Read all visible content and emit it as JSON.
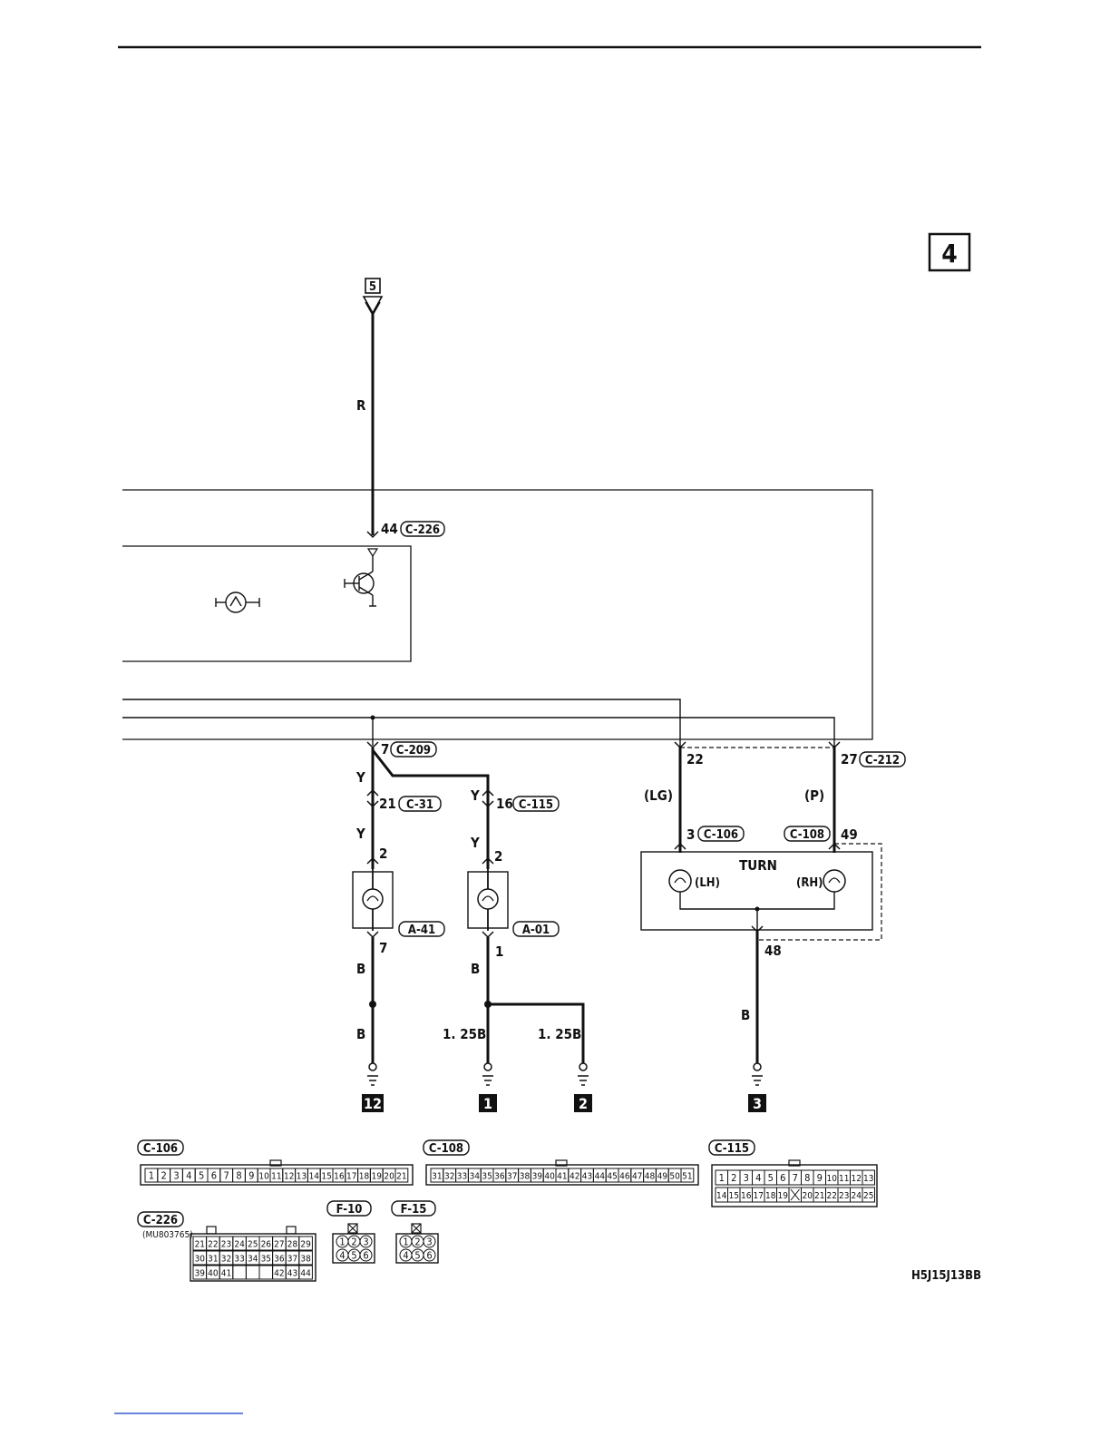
{
  "page": {
    "section_number": "4",
    "figure_code": "H5J15J13BB",
    "offpage_ref_top": "5"
  },
  "wire_colors": {
    "top_feed": "R",
    "y_upper": "Y",
    "y_mid": "Y",
    "y_right": "Y",
    "y_right2": "Y",
    "lg": "(LG)",
    "p": "(P)",
    "b_left_upper": "B",
    "b_left_lower": "B",
    "b_mid_upper": "B",
    "b_mid_lower": "1. 25B",
    "b_branch": "1. 25B",
    "b_turn": "B"
  },
  "connectors": {
    "c226": "C-226",
    "c209": "C-209",
    "c31": "C-31",
    "c115": "C-115",
    "c106": "C-106",
    "c108": "C-108",
    "c212": "C-212",
    "a41": "A-41",
    "a01": "A-01"
  },
  "pins": {
    "p44": "44",
    "p7_top": "7",
    "p21": "21",
    "p16": "16",
    "p2_left": "2",
    "p2_mid": "2",
    "p7_bottom": "7",
    "p1": "1",
    "p22": "22",
    "p27": "27",
    "p3": "3",
    "p49": "49",
    "p48": "48"
  },
  "turn_indicator": {
    "title": "TURN",
    "lh": "(LH)",
    "rh": "(RH)"
  },
  "grounds": {
    "g12": "12",
    "g1": "1",
    "g2": "2",
    "g3": "3"
  },
  "connector_views": {
    "c106": {
      "label": "C-106",
      "pins": [
        "1",
        "2",
        "3",
        "4",
        "5",
        "6",
        "7",
        "8",
        "9",
        "10",
        "11",
        "12",
        "13",
        "14",
        "15",
        "16",
        "17",
        "18",
        "19",
        "20",
        "21"
      ]
    },
    "c108": {
      "label": "C-108",
      "pins": [
        "31",
        "32",
        "33",
        "34",
        "35",
        "36",
        "37",
        "38",
        "39",
        "40",
        "41",
        "42",
        "43",
        "44",
        "45",
        "46",
        "47",
        "48",
        "49",
        "50",
        "51"
      ]
    },
    "c115": {
      "label": "C-115",
      "row1": [
        "1",
        "2",
        "3",
        "4",
        "5",
        "6",
        "7",
        "8",
        "9",
        "10",
        "11",
        "12",
        "13"
      ],
      "row2": [
        "14",
        "15",
        "16",
        "17",
        "18",
        "19",
        "",
        "20",
        "21",
        "22",
        "23",
        "24",
        "25"
      ]
    },
    "c226": {
      "label": "C-226",
      "part_no": "(MU803765)",
      "row1": [
        "21",
        "22",
        "23",
        "24",
        "25",
        "26",
        "27",
        "28",
        "29"
      ],
      "row2": [
        "30",
        "31",
        "32",
        "33",
        "34",
        "35",
        "36",
        "37",
        "38"
      ],
      "row3": [
        "39",
        "40",
        "41",
        "",
        "",
        "",
        "42",
        "43",
        "44"
      ]
    },
    "f10": {
      "label": "F-10",
      "row1": [
        "1",
        "2",
        "3"
      ],
      "row2": [
        "4",
        "5",
        "6"
      ]
    },
    "f15": {
      "label": "F-15",
      "row1": [
        "1",
        "2",
        "3"
      ],
      "row2": [
        "4",
        "5",
        "6"
      ]
    }
  }
}
